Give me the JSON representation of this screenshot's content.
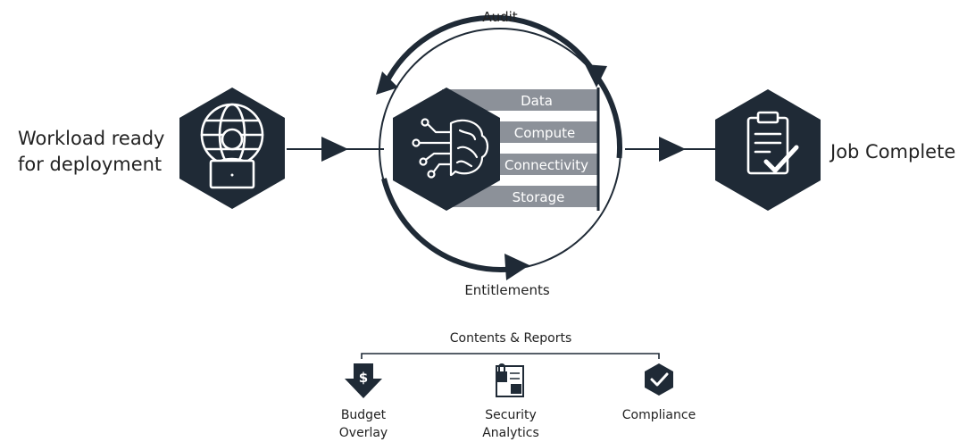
{
  "colors": {
    "navy": "#1f2a36",
    "bar_gray": "#8c9199",
    "bar_white": "#ffffff",
    "text": "#222222",
    "line": "#1f2a36"
  },
  "input": {
    "label_line1": "Workload ready",
    "label_line2": "for deployment",
    "icon": "globe-user-laptop-icon"
  },
  "output": {
    "label": "Job Complete",
    "icon": "clipboard-check-icon"
  },
  "cycle": {
    "top_label": "Audit",
    "bottom_label": "Entitlements",
    "center_icon": "circuit-brain-icon"
  },
  "resources": [
    "Data",
    "Compute",
    "Connectivity",
    "Storage"
  ],
  "reports": {
    "title": "Contents & Reports",
    "items": [
      {
        "line1": "Budget",
        "line2": "Overlay",
        "icon": "dollar-down-arrow-icon"
      },
      {
        "line1": "Security",
        "line2": "Analytics",
        "icon": "locked-document-icon"
      },
      {
        "line1": "Compliance",
        "line2": "",
        "icon": "check-shield-icon"
      }
    ]
  }
}
